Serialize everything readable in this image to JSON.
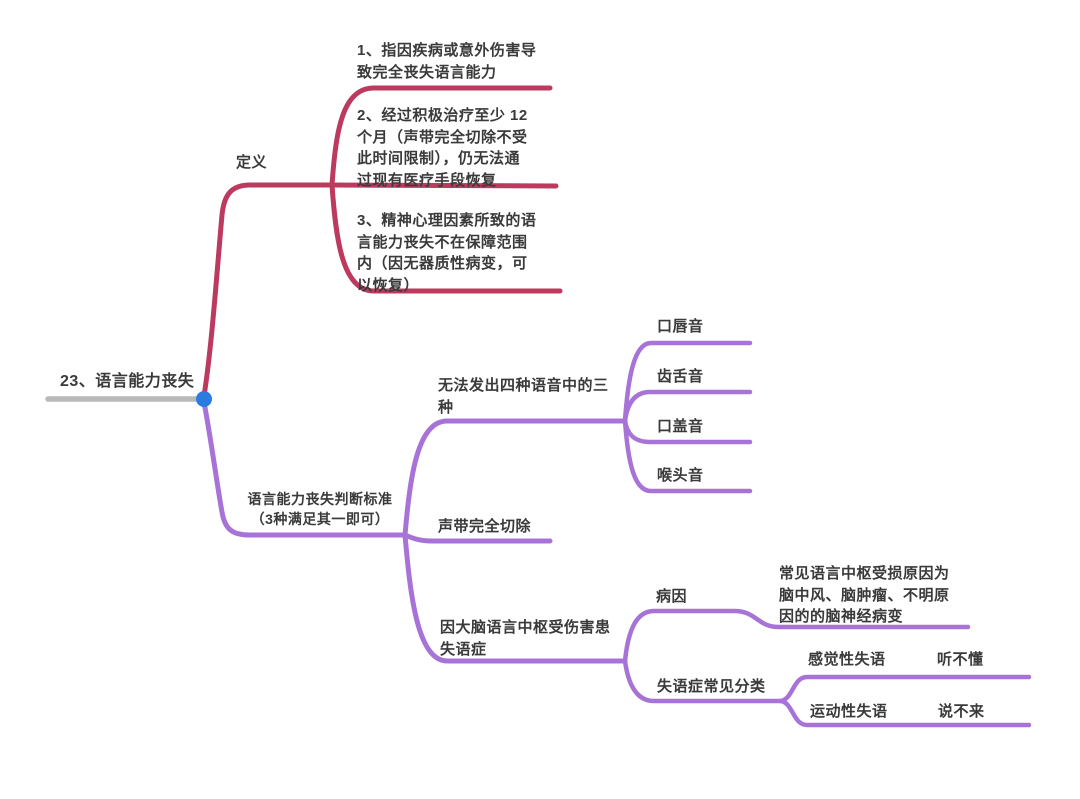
{
  "colors": {
    "red_branch": "#bd3a5f",
    "purple_branch": "#a873d6",
    "root_line": "#b9b9b9",
    "node_dot": "#2a7ce0",
    "text": "#3a3a3a"
  },
  "root": {
    "label": "23、语言能力丧失"
  },
  "definition": {
    "label": "定义",
    "items": [
      {
        "label": "1、指因疾病或意外伤害导\n致完全丧失语言能力"
      },
      {
        "label": "2、经过积极治疗至少 12\n个月（声带完全切除不受\n此时间限制），仍无法通\n过现有医疗手段恢复"
      },
      {
        "label": "3、精神心理因素所致的语\n言能力丧失不在保障范围\n内（因无器质性病变，可\n以恢复）"
      }
    ]
  },
  "criteria": {
    "label": "语言能力丧失判断标准\n（3种满足其一即可）",
    "speech_sounds": {
      "label": "无法发出四种语音中的三\n种",
      "items": [
        {
          "label": "口唇音"
        },
        {
          "label": "齿舌音"
        },
        {
          "label": "口盖音"
        },
        {
          "label": "喉头音"
        }
      ]
    },
    "vocal_cords": {
      "label": "声带完全切除"
    },
    "aphasia": {
      "label": "因大脑语言中枢受伤害患\n失语症",
      "cause": {
        "label": "病因",
        "detail": "常见语言中枢受损原因为\n脑中风、脑肿瘤、不明原\n因的的脑神经病变"
      },
      "classification": {
        "label": "失语症常见分类",
        "items": [
          {
            "label": "感觉性失语",
            "note": "听不懂"
          },
          {
            "label": "运动性失语",
            "note": "说不来"
          }
        ]
      }
    }
  }
}
